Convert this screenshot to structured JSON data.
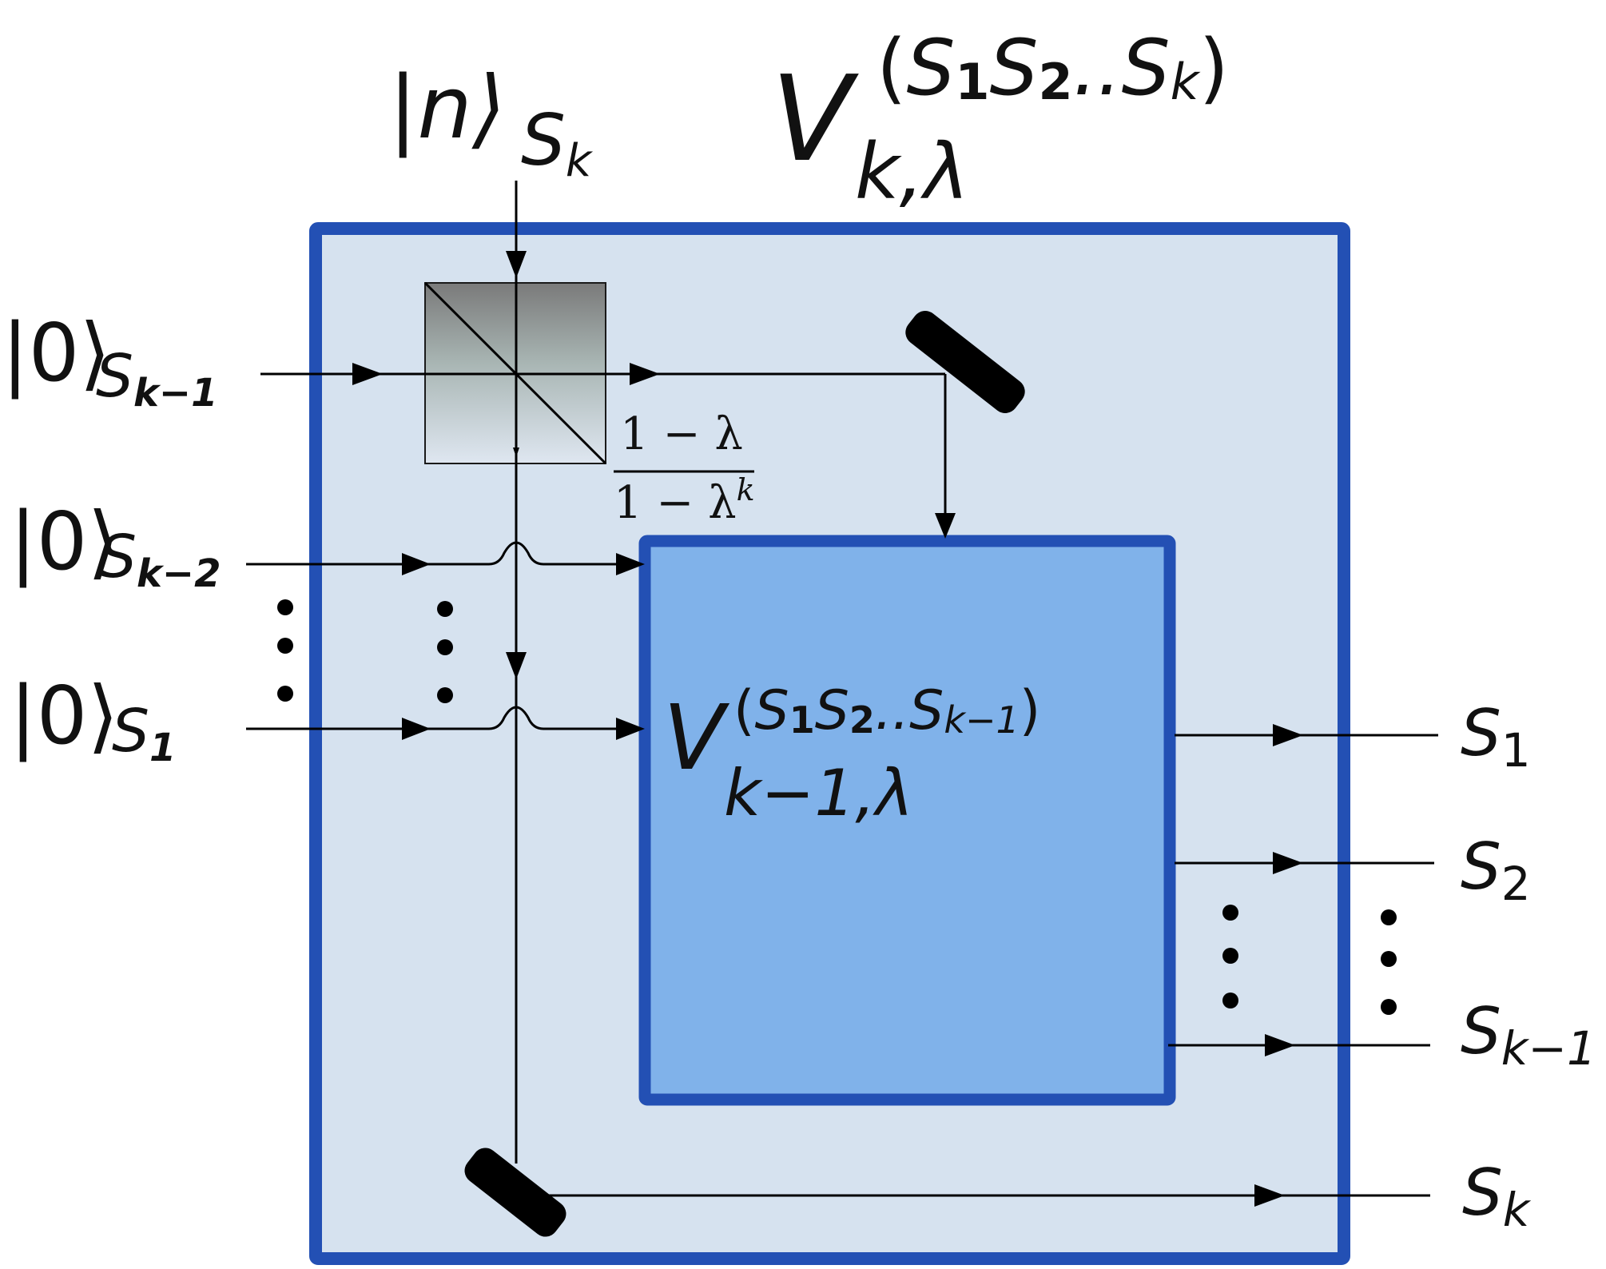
{
  "colors": {
    "outer_fill": "#d6e2ef",
    "outer_border": "#2350b4",
    "inner_fill": "#80b2ea",
    "inner_border": "#2350b4",
    "beam": "#000000",
    "mirror": "#000000"
  },
  "outer_operator": {
    "symbol": "V",
    "subscript": "k,λ",
    "sup": [
      "(",
      "S",
      "1",
      "S",
      "2",
      "..S",
      "k",
      ")"
    ]
  },
  "inner_operator": {
    "symbol": "V",
    "subscript": "k−1,λ",
    "sup": [
      "(",
      "S",
      "1",
      "S",
      "2",
      "..S",
      "k−1",
      ")"
    ]
  },
  "top_input": {
    "ket": "|n⟩",
    "mode": "S",
    "mode_sub": "k"
  },
  "left_inputs": [
    {
      "ket": "|0⟩",
      "mode": "S",
      "mode_sub": "k−1"
    },
    {
      "ket": "|0⟩",
      "mode": "S",
      "mode_sub": "k−2"
    },
    {
      "ket": "|0⟩",
      "mode": "S",
      "mode_sub": "1"
    }
  ],
  "beamsplitter_ratio": {
    "numerator": "1 − λ",
    "denominator": "1 − λ",
    "denominator_sup": "k"
  },
  "outputs": [
    {
      "mode": "S",
      "sub": "1"
    },
    {
      "mode": "S",
      "sub": "2"
    },
    {
      "mode": "S",
      "sub": "k−1"
    },
    {
      "mode": "S",
      "sub": "k"
    }
  ]
}
